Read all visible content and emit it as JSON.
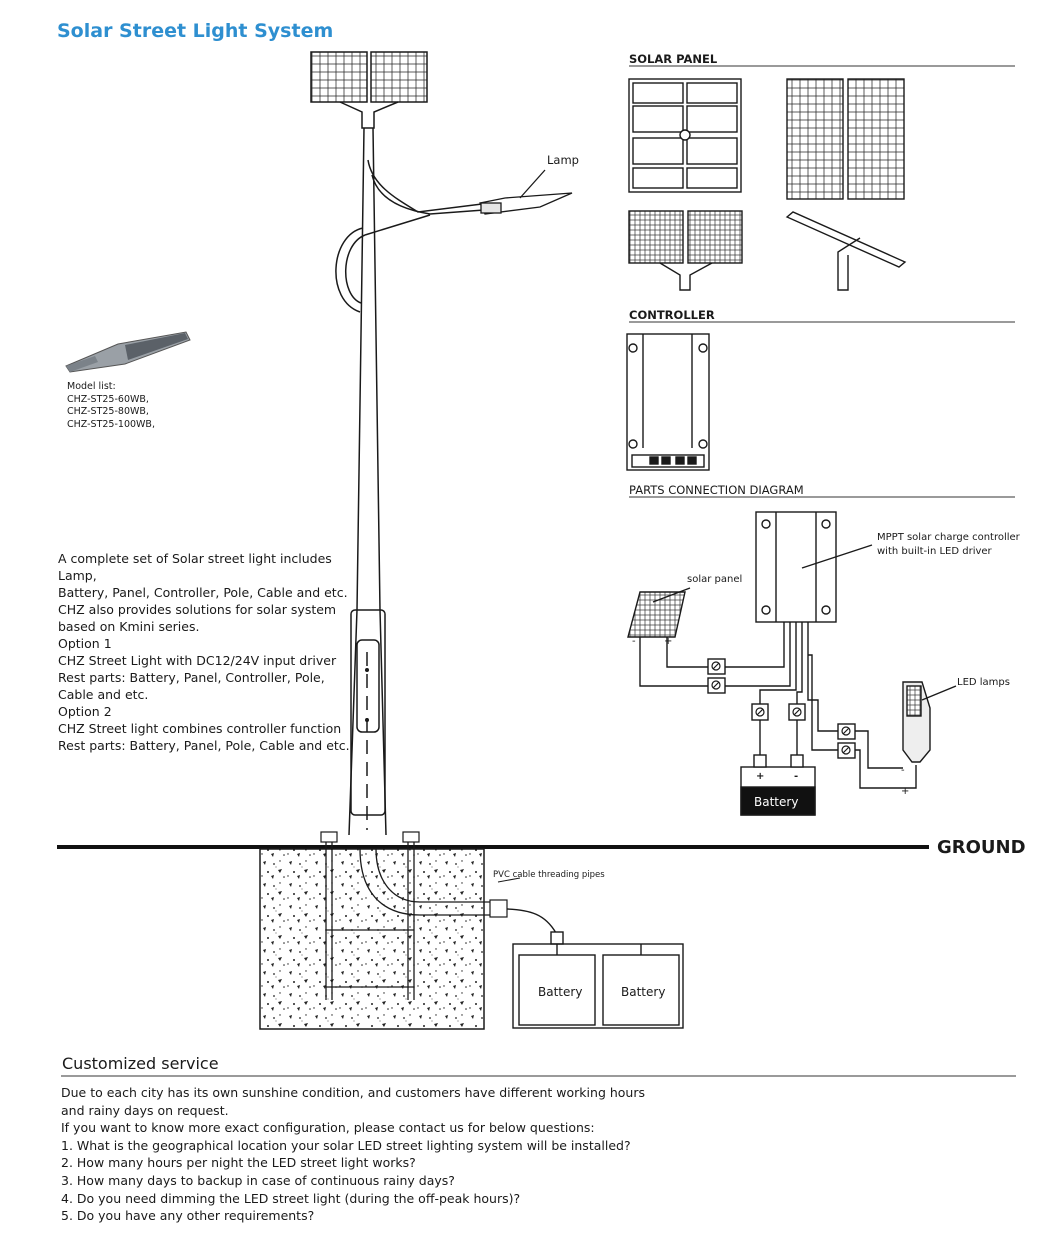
{
  "title": "Solar Street Light System",
  "sections": {
    "solar_panel": "SOLAR PANEL",
    "controller": "CONTROLLER",
    "parts_connection": "PARTS CONNECTION DIAGRAM"
  },
  "pole": {
    "lamp_label": "Lamp"
  },
  "model_list": {
    "heading": "Model list:",
    "items": [
      "CHZ-ST25-60WB,",
      "CHZ-ST25-80WB,",
      "CHZ-ST25-100WB,"
    ]
  },
  "intro_lines": [
    "A complete set of Solar street light includes Lamp,",
    "Battery, Panel, Controller, Pole, Cable and etc.",
    "CHZ also provides solutions for solar system",
    "based on Kmini series.",
    "Option 1",
    "CHZ Street Light with DC12/24V input driver",
    "Rest parts: Battery, Panel, Controller, Pole,",
    "Cable and etc.",
    "Option 2",
    "CHZ Street light combines controller function",
    "Rest parts: Battery, Panel, Pole, Cable and etc."
  ],
  "connection": {
    "controller_label_line1": "MPPT solar charge controller",
    "controller_label_line2": "with built-in LED driver",
    "solar_panel_label": "solar panel",
    "led_label": "LED lamps",
    "battery_label": "Battery",
    "plus": "+",
    "minus": "-"
  },
  "ground": {
    "label": "GROUND",
    "pvc_label": "PVC cable threading pipes",
    "battery_1": "Battery",
    "battery_2": "Battery"
  },
  "customized": {
    "title": "Customized service",
    "lines": [
      "Due to each city has its own sunshine condition, and customers have different working hours",
      "and rainy days on request.",
      "If you want to know more exact configuration, please contact us for below questions:",
      "1. What is the geographical location your solar LED street lighting system will be installed?",
      "2. How many hours per night the LED street light works?",
      "3. How many days to backup in case of continuous rainy days?",
      "4. Do you need dimming the LED street light (during the off-peak hours)?",
      "5. Do you have any other requirements?"
    ]
  },
  "colors": {
    "title": "#2e8fd0",
    "rule": "#9a9a9a",
    "line": "#1a1a1a"
  }
}
